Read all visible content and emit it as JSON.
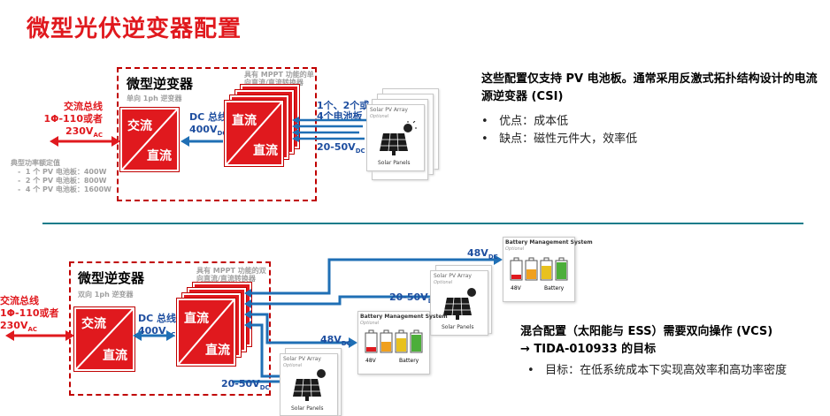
{
  "title": "微型光伏逆变器配置",
  "top": {
    "box_label": "微型逆变器",
    "single_phase": "单向 1ph 逆变器",
    "mppt_note": "具有 MPPT 功能的单向直流/直流转换器",
    "ac_bus": [
      "交流总线",
      "1Φ-110或者",
      "230V"
    ],
    "ac_sub": "AC",
    "dc_bus": [
      "DC 总线",
      "400V"
    ],
    "dc_sub": "DC",
    "conv1": [
      "交流",
      "直流"
    ],
    "conv2": [
      "直流",
      "直流"
    ],
    "panel_count": [
      "1个、2个或",
      "4个电池板"
    ],
    "input_voltage": "20-50V",
    "input_sub": "DC",
    "power_rating_title": "典型功率额定值",
    "power_ratings": [
      "1 个 PV 电池板：400W",
      "2 个 PV 电池板：800W",
      "4 个 PV 电池板：1600W"
    ],
    "panel_card_title": "Solar PV Array",
    "panel_card_optional": "Optional",
    "panel_label": "Solar Panels"
  },
  "top_right": {
    "heading": "这些配置仅支持 PV 电池板。通常采用反激式拓扑结构设计的电流源逆变器 (CSI)",
    "bullets": [
      "优点：成本低",
      "缺点：磁性元件大，效率低"
    ]
  },
  "bottom": {
    "box_label": "微型逆变器",
    "single_phase": "双向 1ph 逆变器",
    "mppt_note": "具有 MPPT 功能的双向直流/直流转换器",
    "ac_bus": [
      "交流总线",
      "1Φ-110或者",
      "230V"
    ],
    "ac_sub": "AC",
    "dc_bus": [
      "DC 总线",
      "400V"
    ],
    "dc_sub": "DC",
    "conv1": [
      "交流",
      "直流"
    ],
    "conv2": [
      "直流",
      "直流"
    ],
    "v48_top": "48V",
    "v48_mid": "48V",
    "v_dc_sub": "DC",
    "v2050_mid": "20-50V",
    "v2050_bot": "20-50V",
    "bms_title": "Battery Management System",
    "bms_optional": "Optional",
    "bms_48v": "48V",
    "bms_battery": "Battery",
    "panel_card_title": "Solar PV Array",
    "panel_card_optional": "Optional",
    "panel_label": "Solar Panels"
  },
  "bottom_right": {
    "heading": [
      "混合配置（太阳能与 ESS）需要双向操作 (VCS)",
      "→ TIDA-010933 的目标"
    ],
    "bullet": "目标：在低系统成本下实现高效率和高功率密度"
  },
  "colors": {
    "red": "#e0191e",
    "blue": "#1f6fb5",
    "teal": "#1a7c8a"
  }
}
